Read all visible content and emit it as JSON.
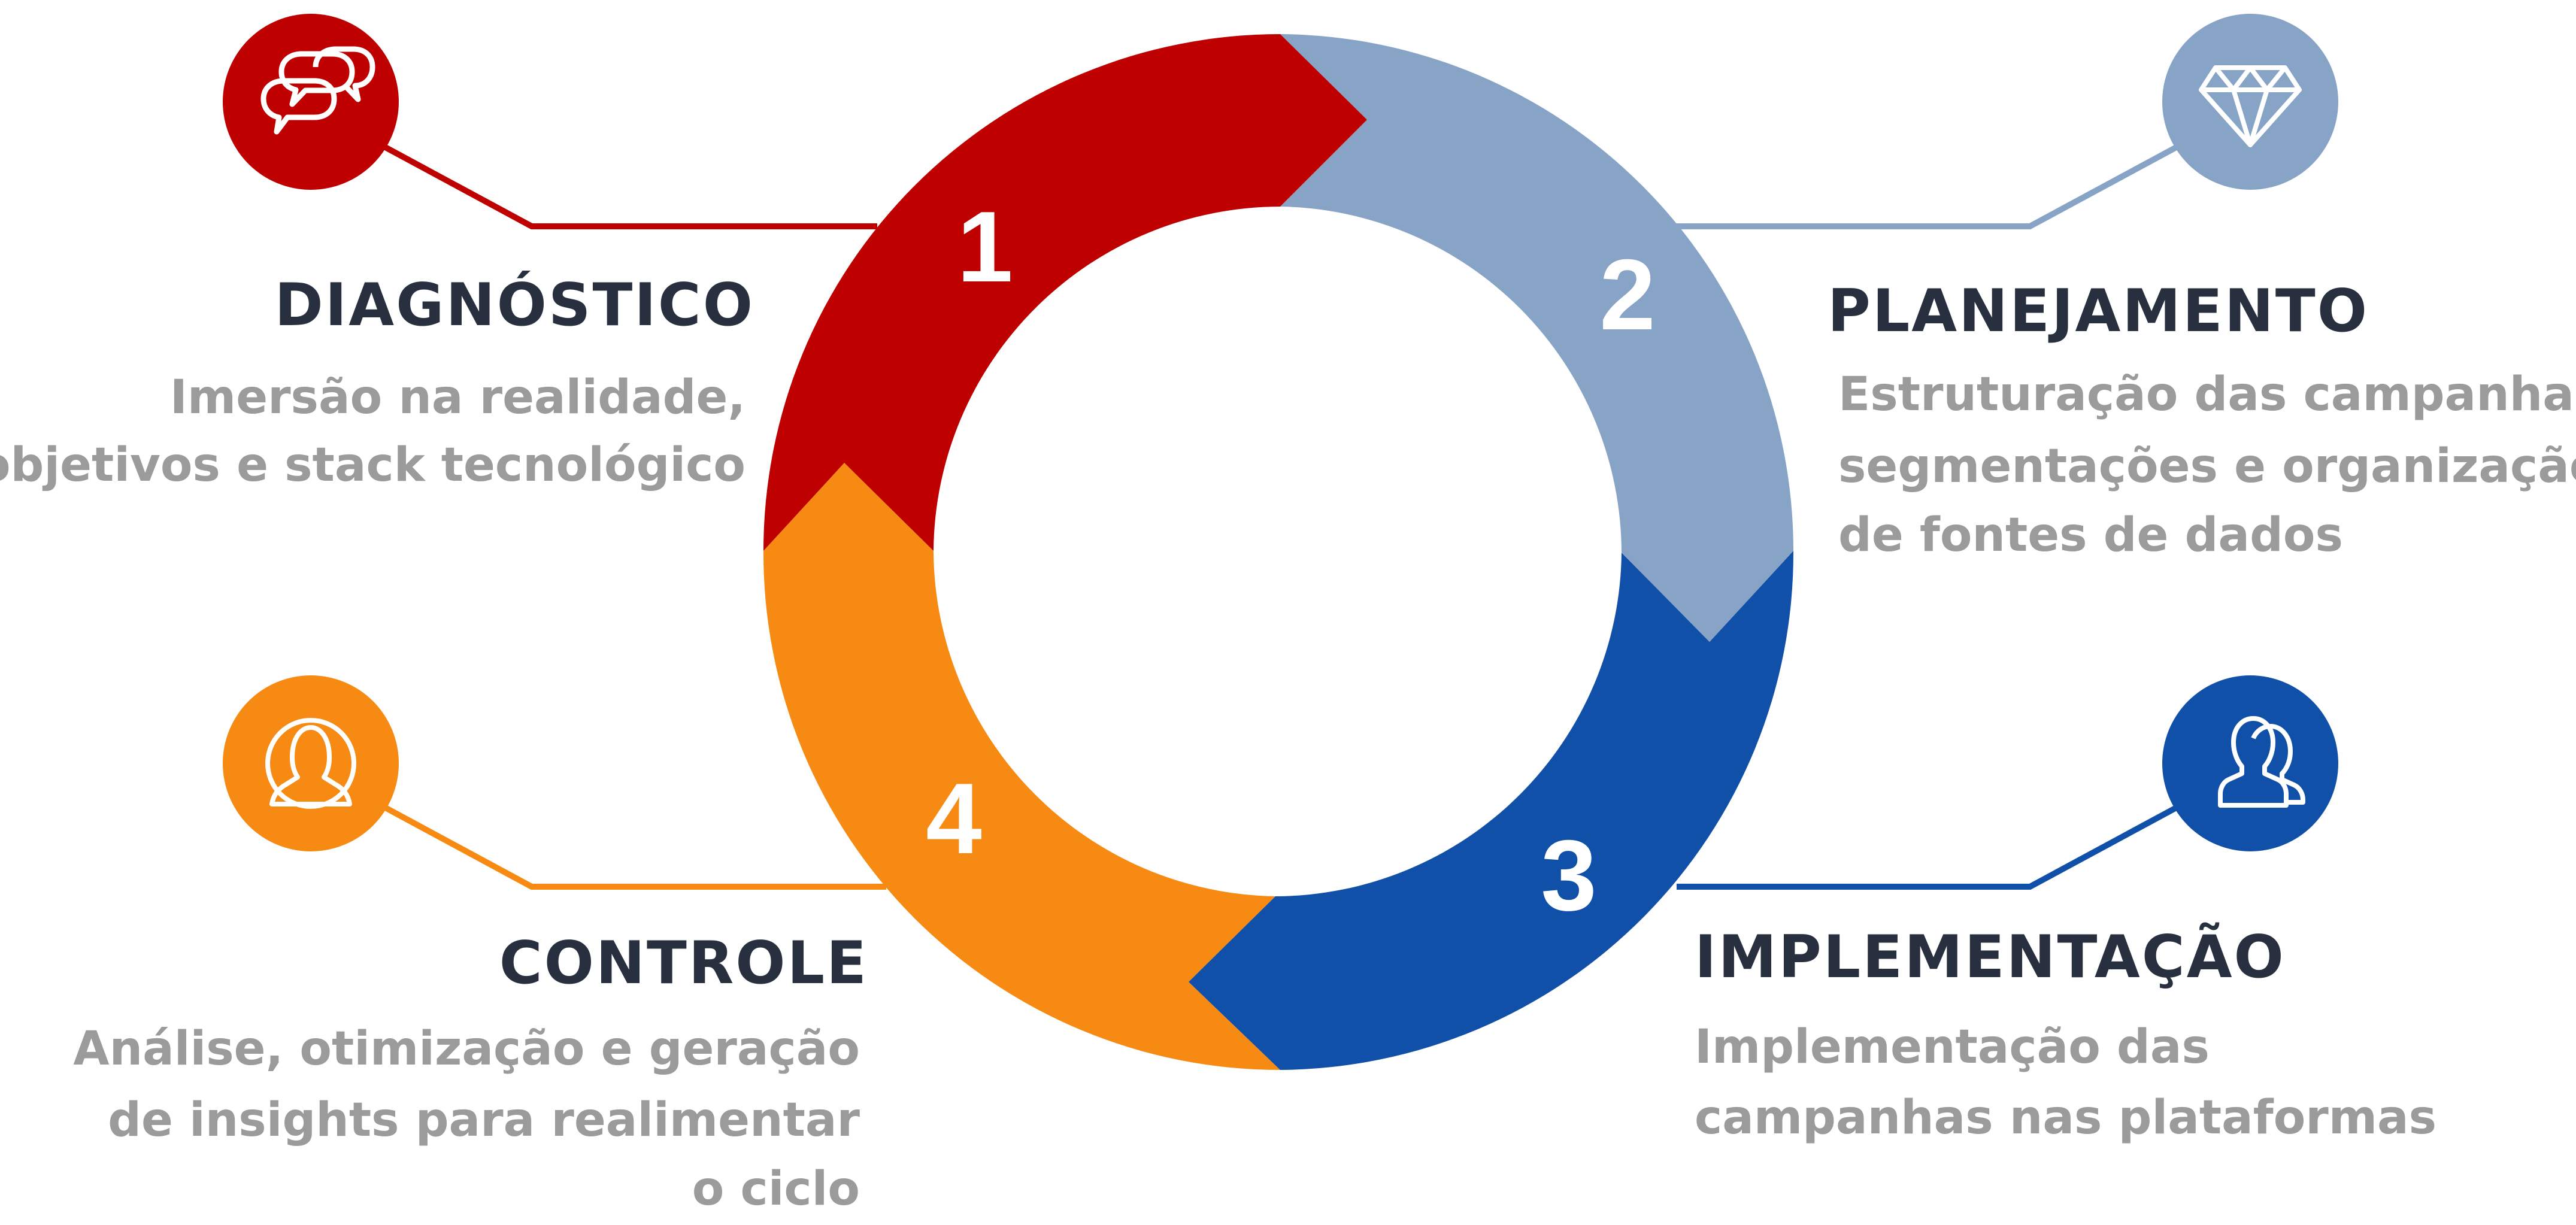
{
  "colors": {
    "diagnostico": "#BE0000",
    "planejamento": "#87A4C6",
    "implementacao": "#1150A8",
    "controle": "#F68A12",
    "title_text": "#28303F",
    "desc_text": "#9B9B9B",
    "number_text": "#FFFFFF"
  },
  "steps": [
    {
      "key": "diagnostico",
      "number": "1",
      "title": "DIAGNÓSTICO",
      "description": [
        "Imersão na realidade,",
        "objetivos e stack tecnológico"
      ],
      "icon": "chat-bubbles-icon"
    },
    {
      "key": "planejamento",
      "number": "2",
      "title": "PLANEJAMENTO",
      "description": [
        "Estruturação das campanhas,",
        "segmentações e organização",
        "de fontes de dados"
      ],
      "icon": "diamond-icon"
    },
    {
      "key": "implementacao",
      "number": "3",
      "title": "IMPLEMENTAÇÃO",
      "description": [
        "Implementação das",
        "campanhas nas plataformas"
      ],
      "icon": "users-icon"
    },
    {
      "key": "controle",
      "number": "4",
      "title": "CONTROLE",
      "description": [
        "Análise, otimização e geração",
        "de insights para realimentar",
        "o ciclo"
      ],
      "icon": "person-icon"
    }
  ]
}
